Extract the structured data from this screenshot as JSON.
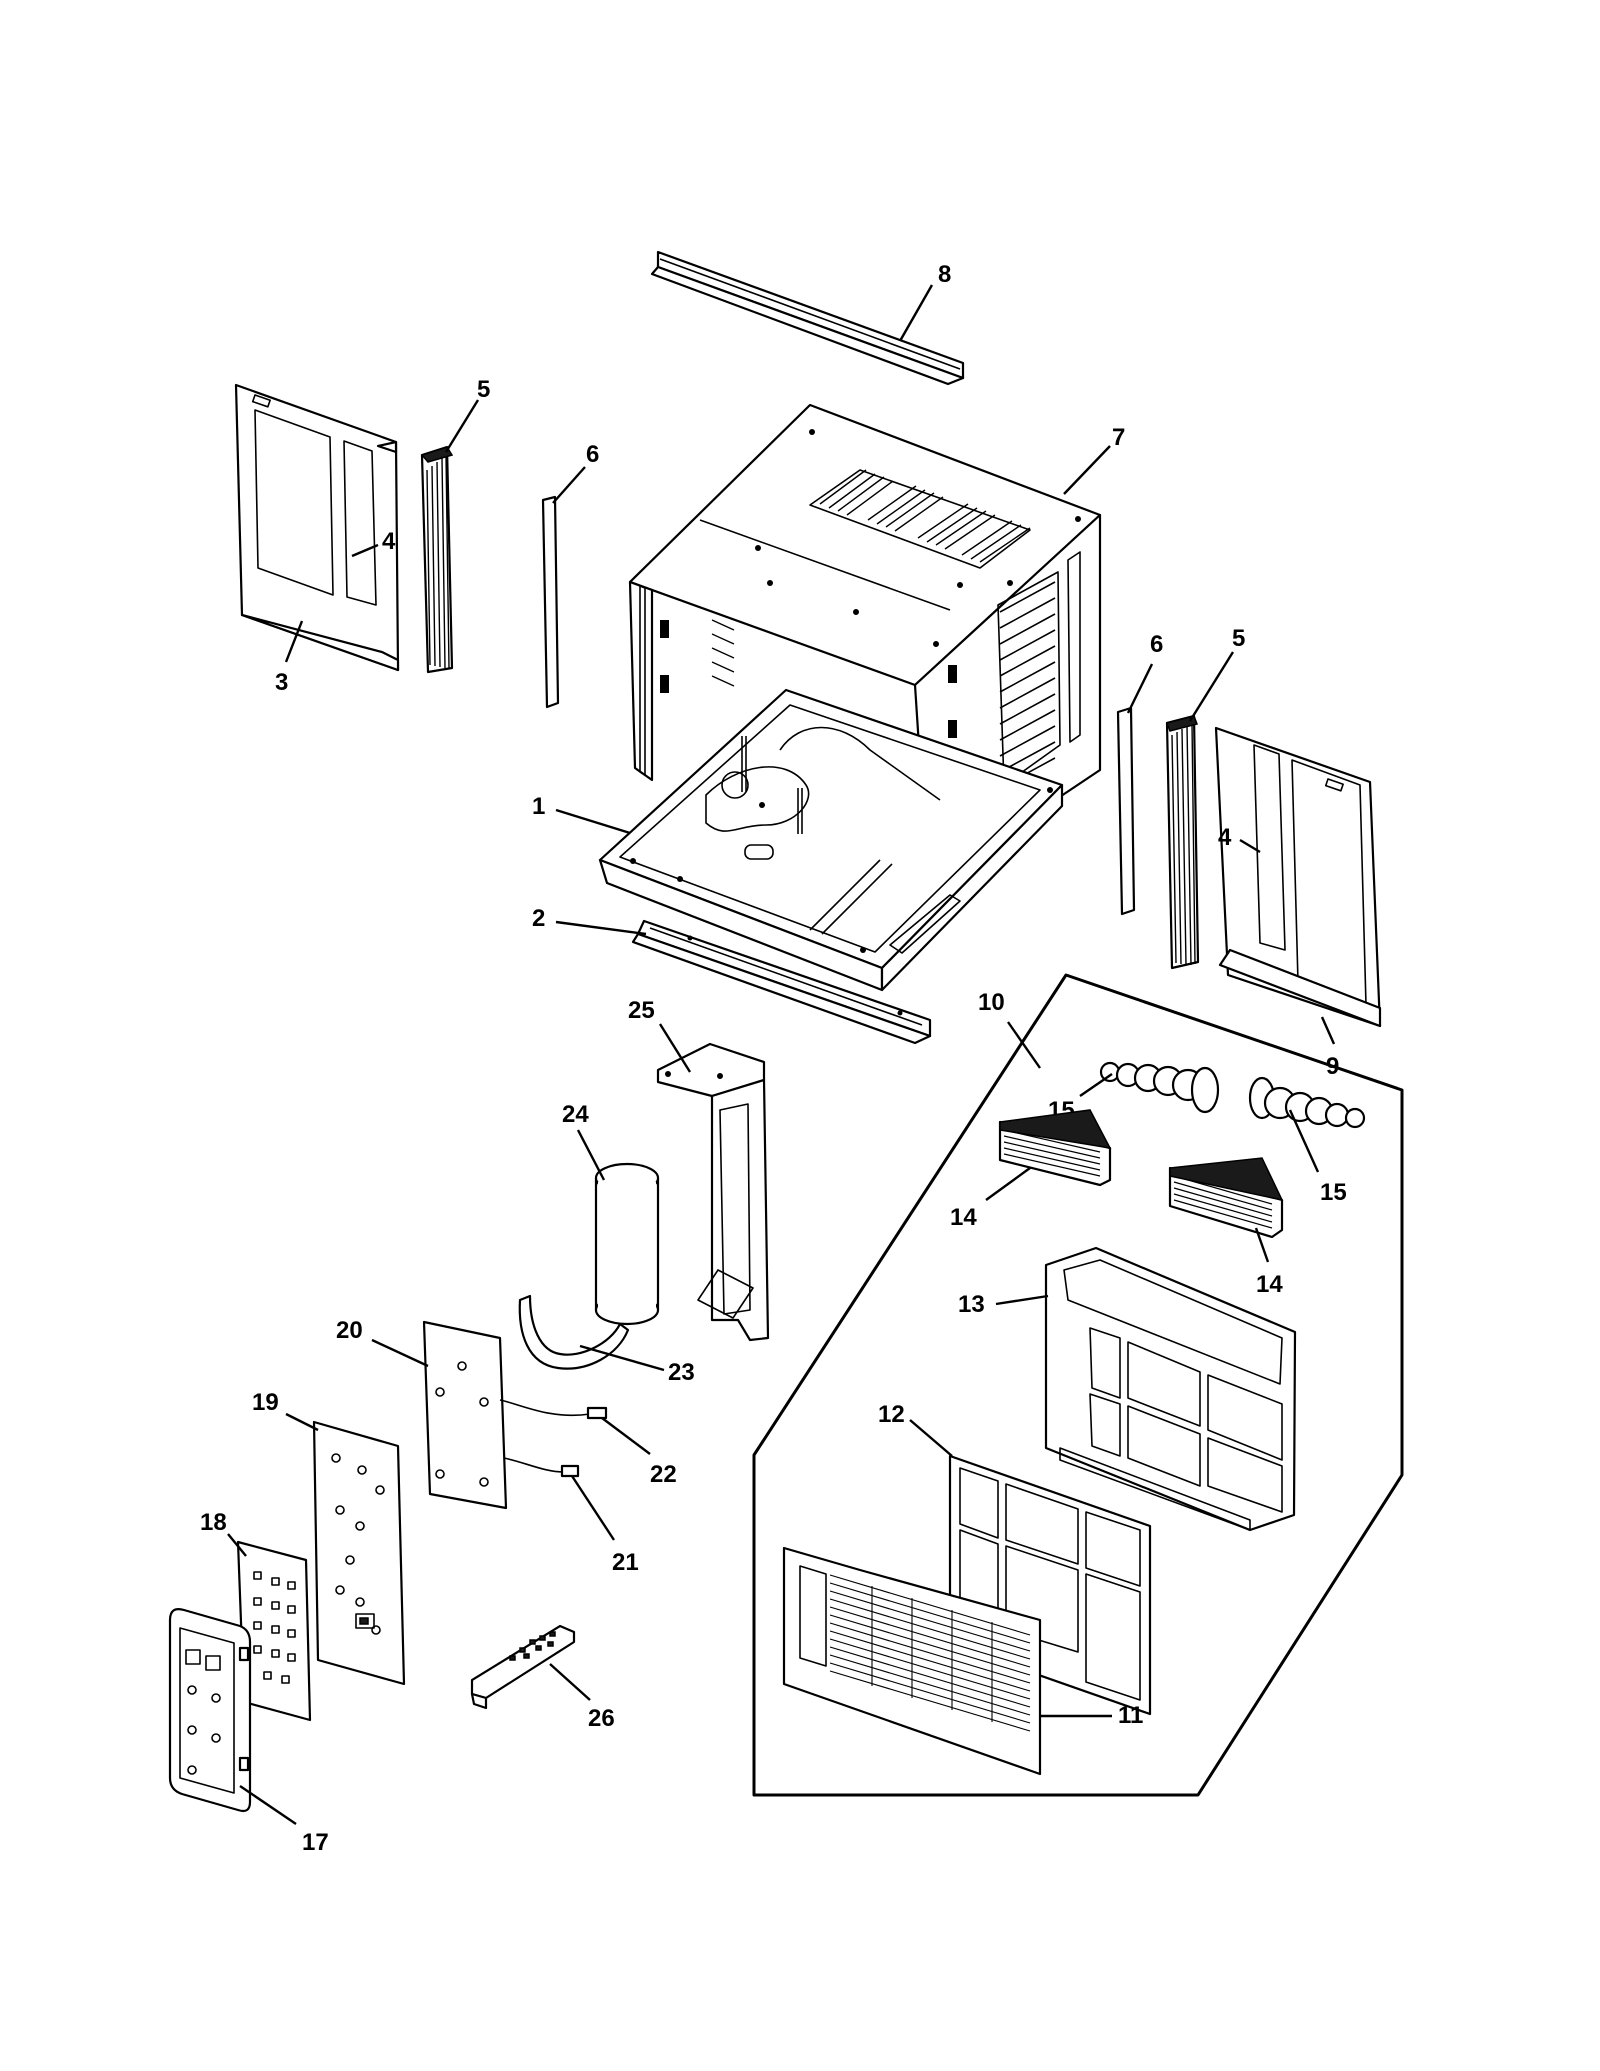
{
  "callouts": {
    "p1": "1",
    "p2": "2",
    "p3": "3",
    "p4a": "4",
    "p4b": "4",
    "p5a": "5",
    "p5b": "5",
    "p6a": "6",
    "p6b": "6",
    "p7": "7",
    "p8": "8",
    "p9": "9",
    "p10": "10",
    "p11": "11",
    "p12": "12",
    "p13": "13",
    "p14a": "14",
    "p14b": "14",
    "p15a": "15",
    "p15b": "15",
    "p17": "17",
    "p18": "18",
    "p19": "19",
    "p20": "20",
    "p21": "21",
    "p22": "22",
    "p23": "23",
    "p24": "24",
    "p25": "25",
    "p26": "26"
  }
}
